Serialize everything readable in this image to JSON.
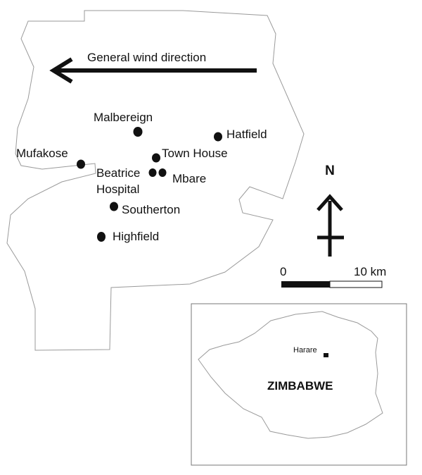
{
  "wind": {
    "label": "General  wind direction"
  },
  "places": [
    {
      "id": "malbereign",
      "name": "Malbereign"
    },
    {
      "id": "hatfield",
      "name": "Hatfield"
    },
    {
      "id": "mufakose",
      "name": "Mufakose"
    },
    {
      "id": "town-house",
      "name": "Town House"
    },
    {
      "id": "beatrice-hospital",
      "name": "Beatrice",
      "name2": "Hospital"
    },
    {
      "id": "mbare",
      "name": "Mbare"
    },
    {
      "id": "southerton",
      "name": "Southerton"
    },
    {
      "id": "highfield",
      "name": "Highfield"
    }
  ],
  "north_arrow": {
    "label": "N"
  },
  "scale_bar": {
    "start_label": "0",
    "end_label": "10 km"
  },
  "inset": {
    "country_label": "ZIMBABWE",
    "city_label": "Harare"
  },
  "colors": {
    "outline": "#9a9a9a",
    "ink": "#111111",
    "background": "#ffffff"
  }
}
